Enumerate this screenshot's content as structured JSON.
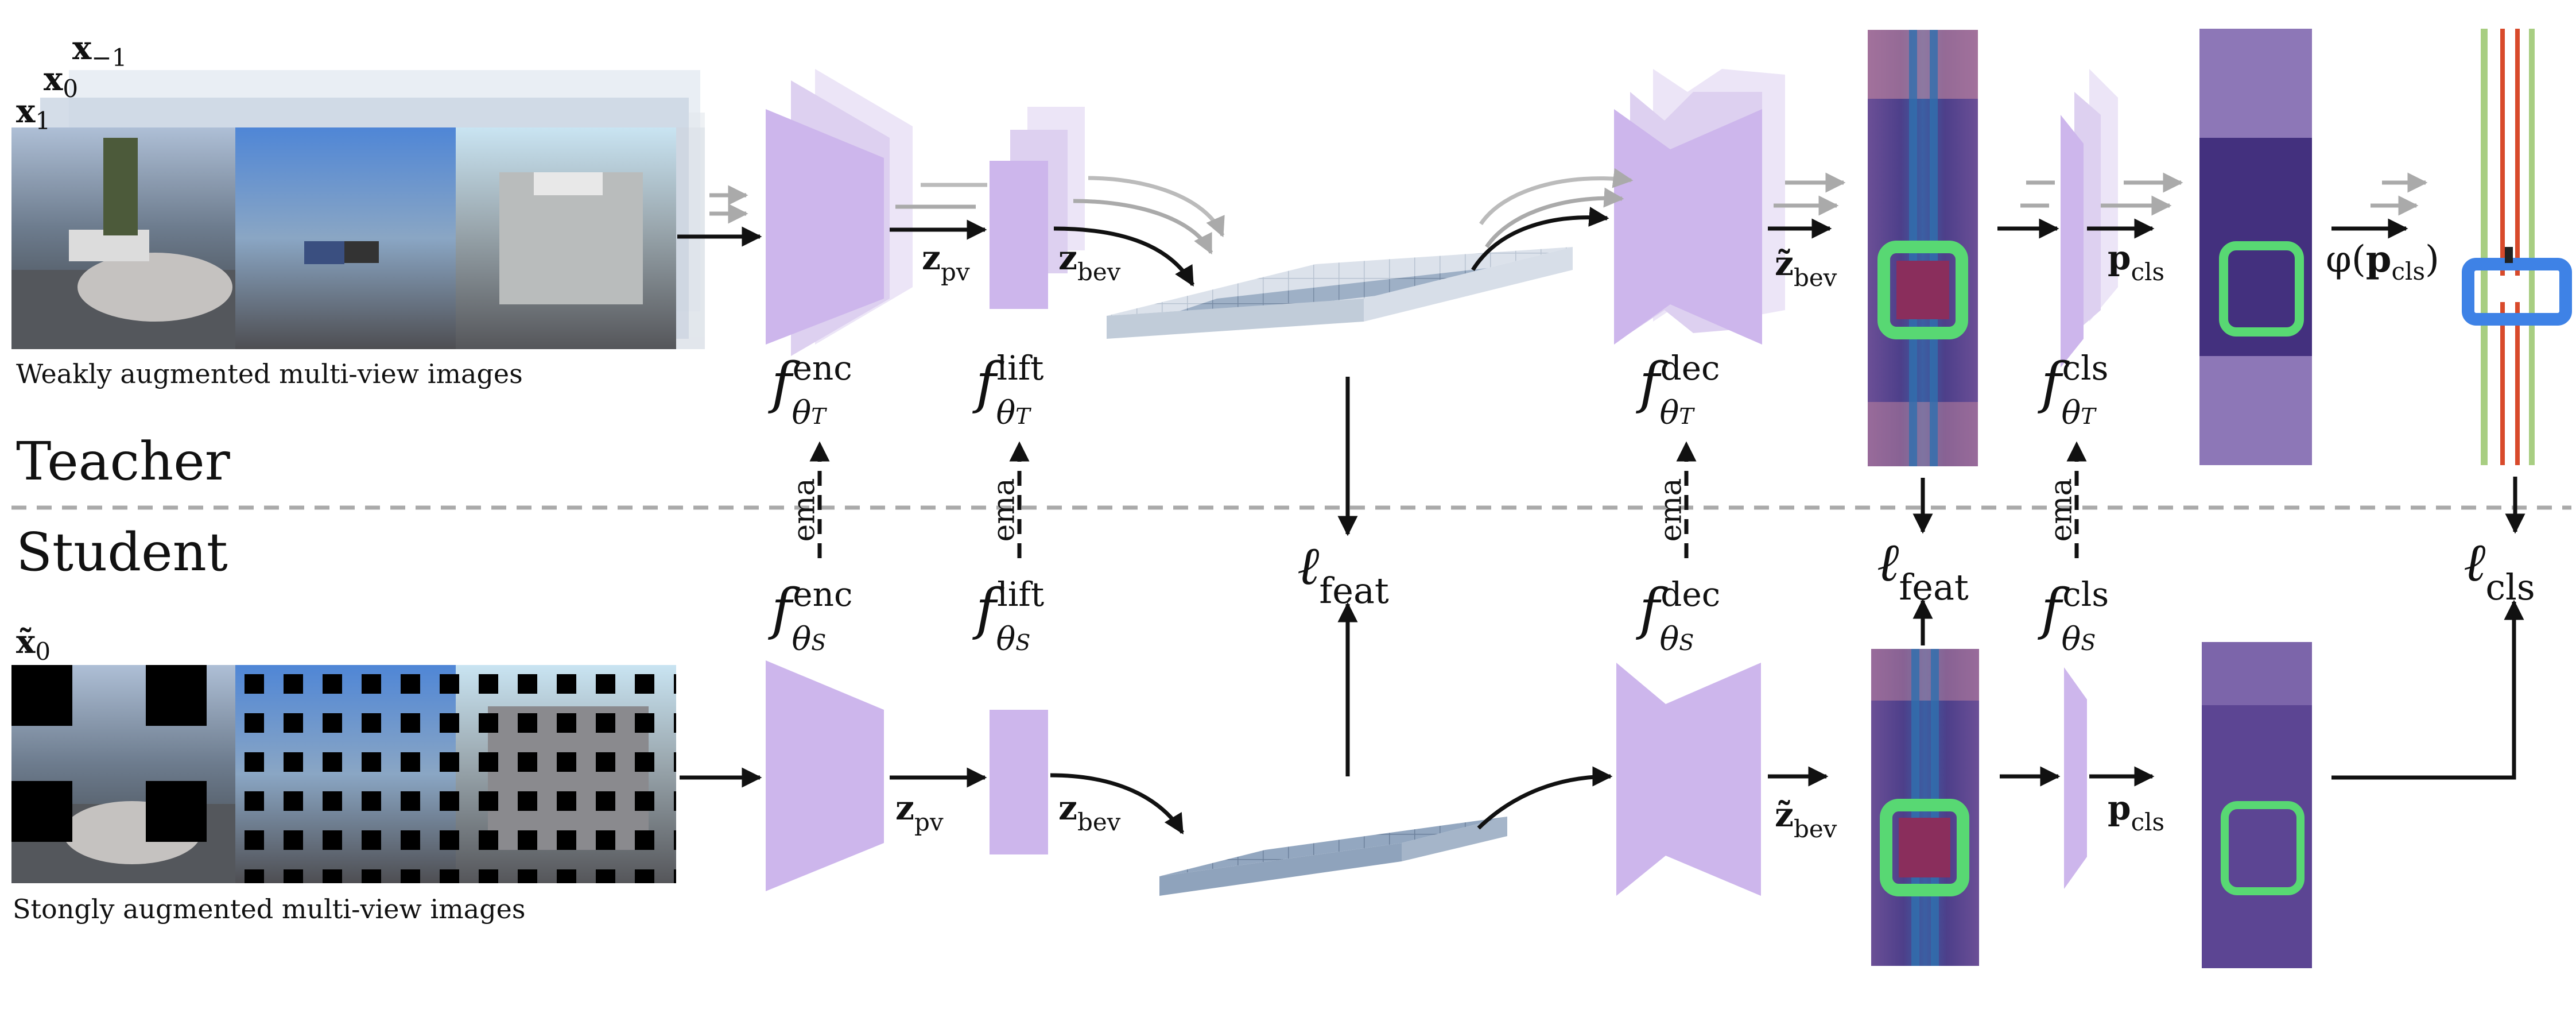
{
  "sections": {
    "teacher": "Teacher",
    "student": "Student"
  },
  "captions": {
    "teacher_images": "Weakly augmented multi-view images",
    "student_images": "Stongly augmented multi-view images"
  },
  "frames": {
    "teacher": [
      "x",
      "x",
      "x"
    ],
    "teacher_sub": [
      "−1",
      "0",
      "1"
    ],
    "student": "x̃",
    "student_sub": "0"
  },
  "modules": {
    "f": "f",
    "theta": "θ",
    "teacher_sub": "T",
    "student_sub": "S",
    "enc": "enc",
    "lift": "lift",
    "dec": "dec",
    "cls": "cls"
  },
  "features": {
    "z_pv": "z",
    "z_pv_sub": "pv",
    "z_bev": "z",
    "z_bev_sub": "bev",
    "z_tilde_bev": "z̃",
    "p_cls": "p",
    "p_cls_sub": "cls",
    "phi_open": "φ(",
    "phi_close": ")"
  },
  "losses": {
    "l": "ℓ",
    "feat": "feat",
    "cls": "cls"
  },
  "ema": "ema",
  "colors": {
    "module": "#cdb6ec",
    "module_ghost": "#e6dcf5",
    "bev_grid": "#8fa3bc",
    "bev_grid_light": "#c5d0dd",
    "dashed_divider": "#aaaaaa",
    "map_bg": "#5a3f85",
    "map_road": "#2f6fae",
    "map_highlight": "#58d873",
    "map_center": "#8a2e5c"
  }
}
